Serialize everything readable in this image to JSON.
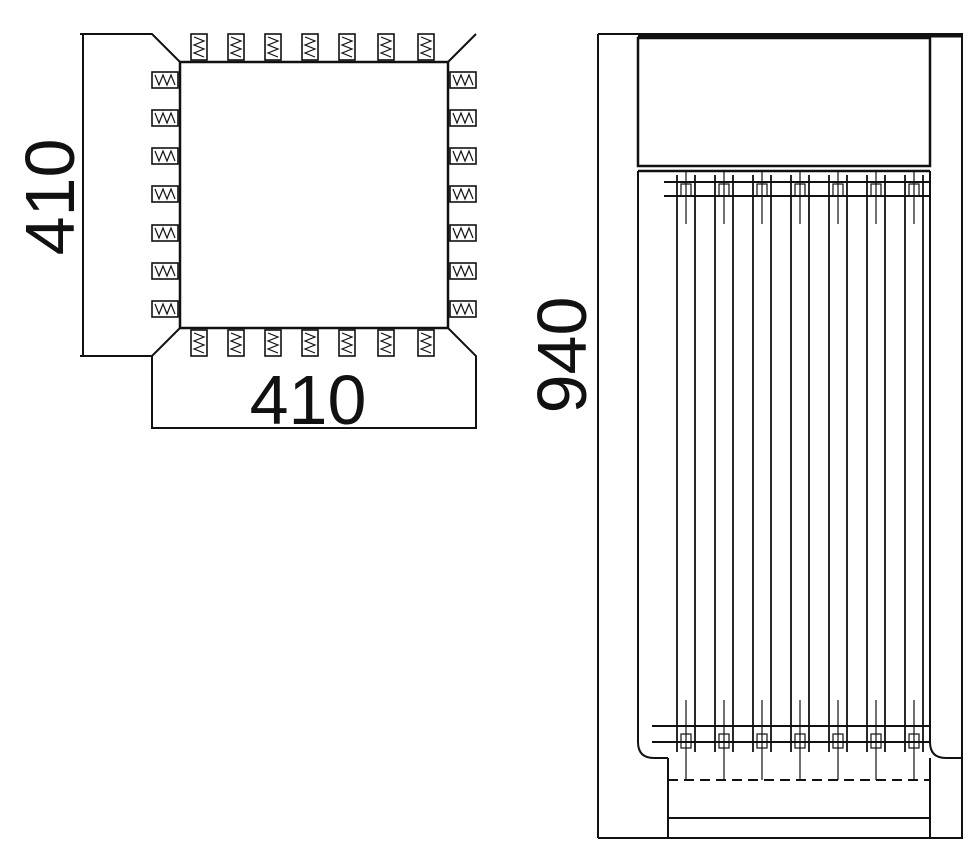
{
  "plan_view": {
    "width_label": "410",
    "depth_label": "410"
  },
  "elevation_view": {
    "height_label": "940"
  },
  "colors": {
    "line": "#111111",
    "background": "#ffffff"
  }
}
